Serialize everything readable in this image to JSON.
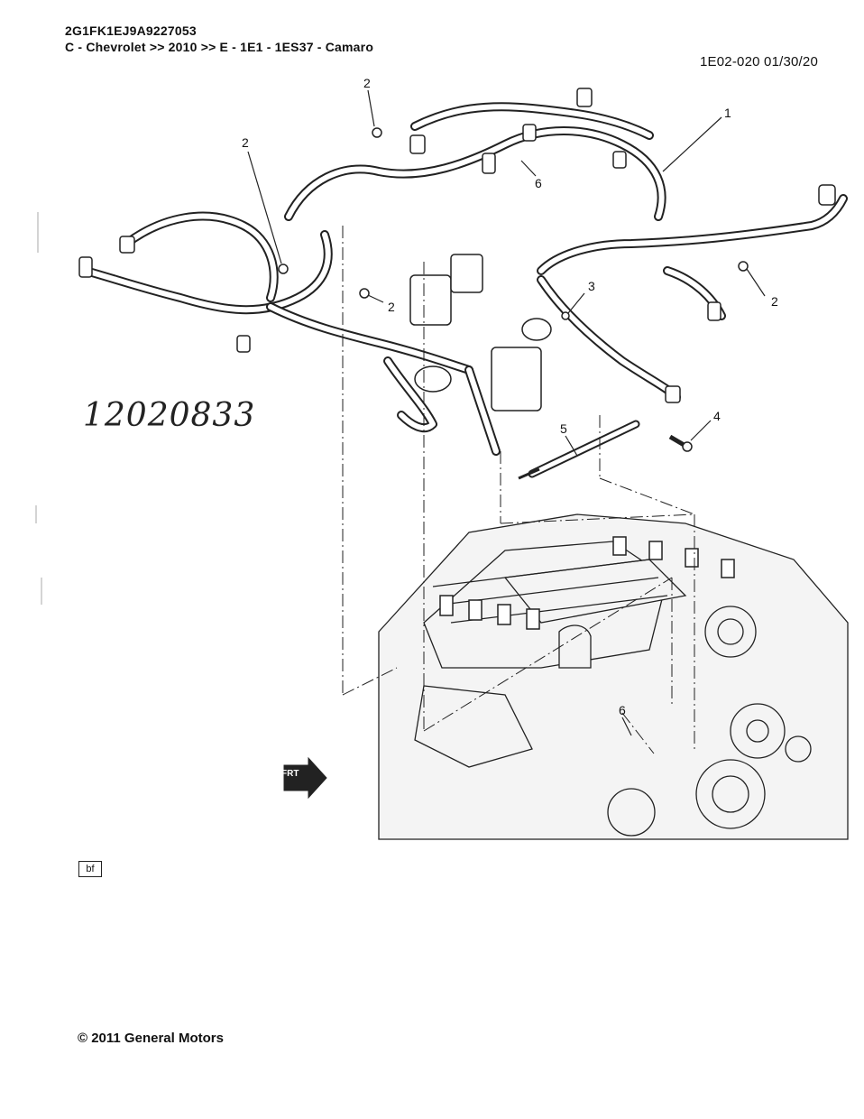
{
  "header": {
    "vin": "2G1FK1EJ9A9227053",
    "breadcrumb": "C - Chevrolet >> 2010 >> E - 1E1 - 1ES37 - Camaro",
    "page_ref": "1E02-020 01/30/20"
  },
  "diagram": {
    "handwritten_part_number": "12020833",
    "callouts": [
      "1",
      "2",
      "2",
      "2",
      "2",
      "3",
      "4",
      "5",
      "6",
      "6"
    ],
    "front_arrow_label": "FRT"
  },
  "footer": {
    "badge": "bf",
    "copyright": "© 2011 General Motors"
  }
}
